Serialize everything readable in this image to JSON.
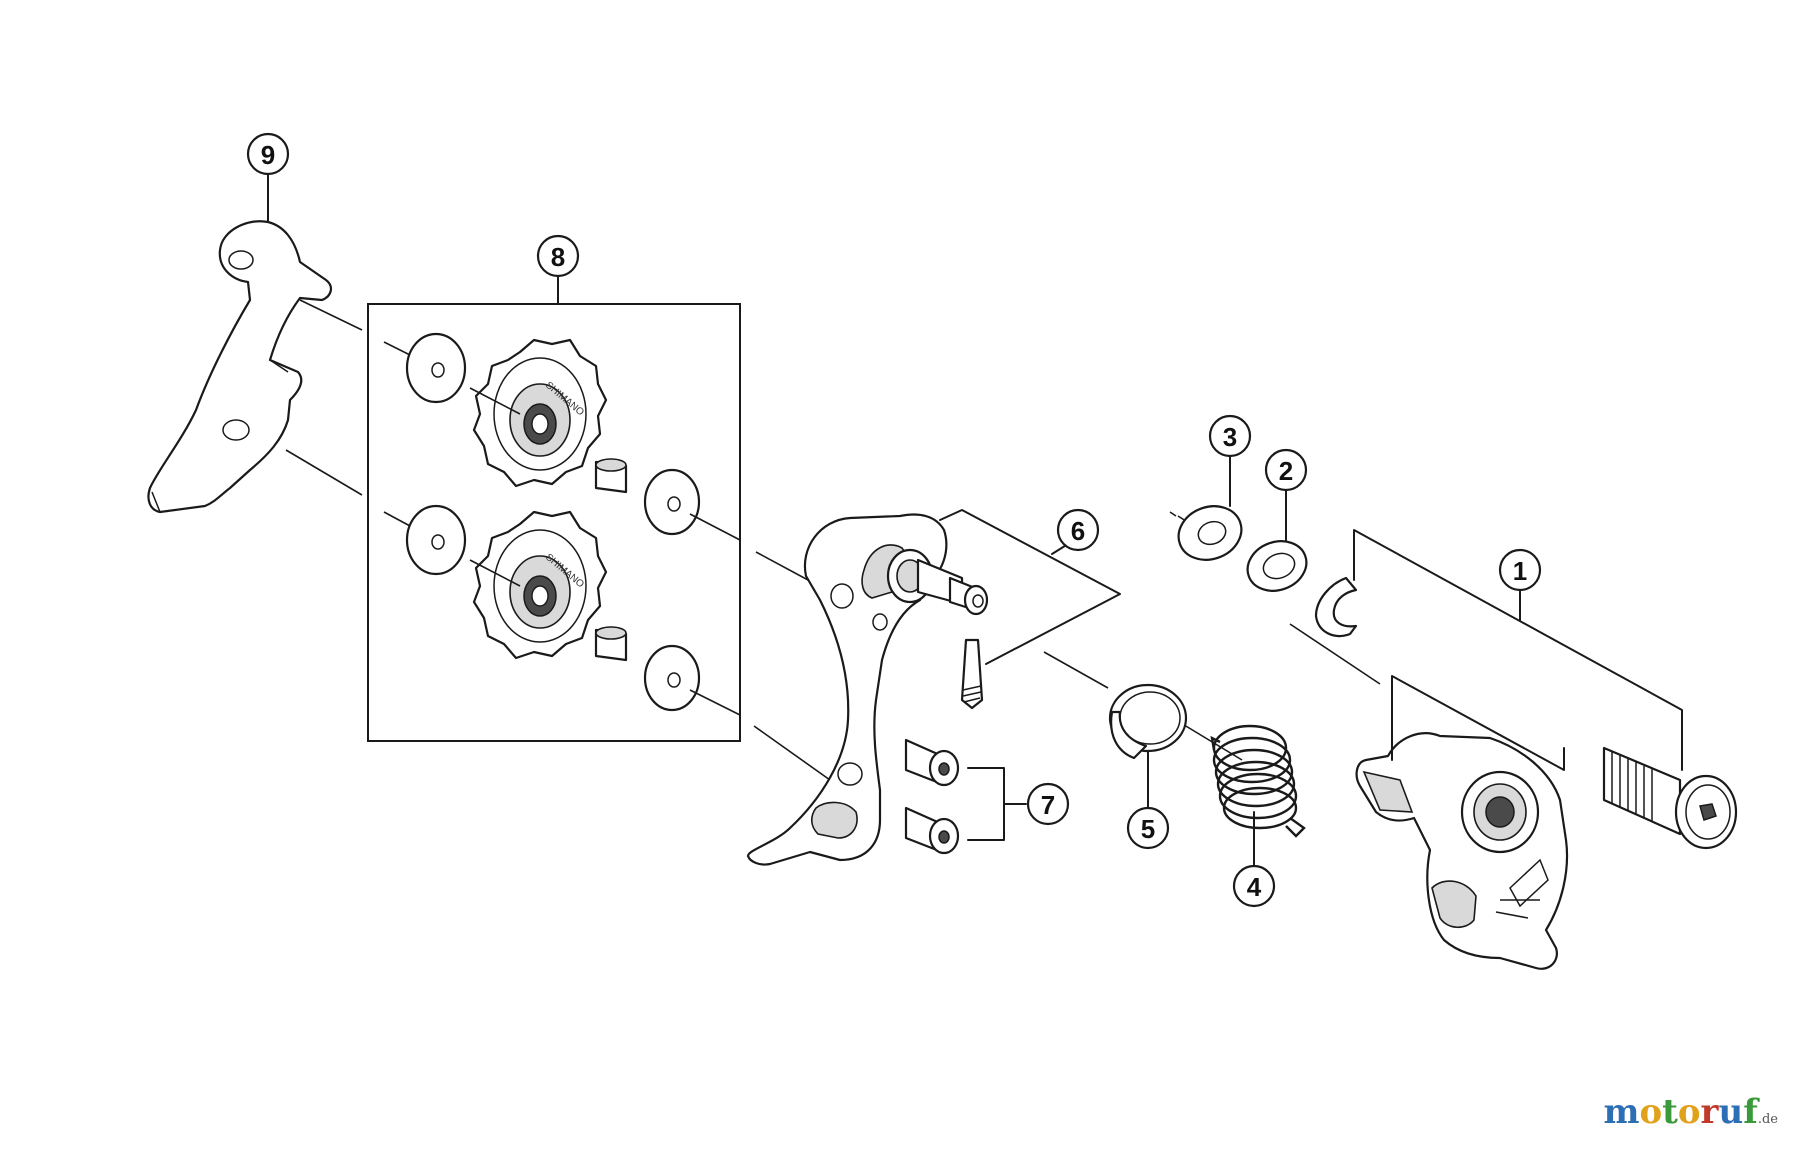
{
  "callouts": [
    {
      "id": "1",
      "label": "1"
    },
    {
      "id": "2",
      "label": "2"
    },
    {
      "id": "3",
      "label": "3"
    },
    {
      "id": "4",
      "label": "4"
    },
    {
      "id": "5",
      "label": "5"
    },
    {
      "id": "6",
      "label": "6"
    },
    {
      "id": "7",
      "label": "7"
    },
    {
      "id": "8",
      "label": "8"
    },
    {
      "id": "9",
      "label": "9"
    }
  ],
  "pulley_brand": "SHIMANO",
  "watermark": {
    "letters": [
      "m",
      "o",
      "t",
      "o",
      "r",
      "u",
      "f"
    ],
    "letter_colors": [
      "#2d6fb5",
      "#e0a21a",
      "#3a9a3a",
      "#e0a21a",
      "#c0392b",
      "#2d6fb5",
      "#3a9a3a"
    ],
    "suffix": ".de"
  }
}
